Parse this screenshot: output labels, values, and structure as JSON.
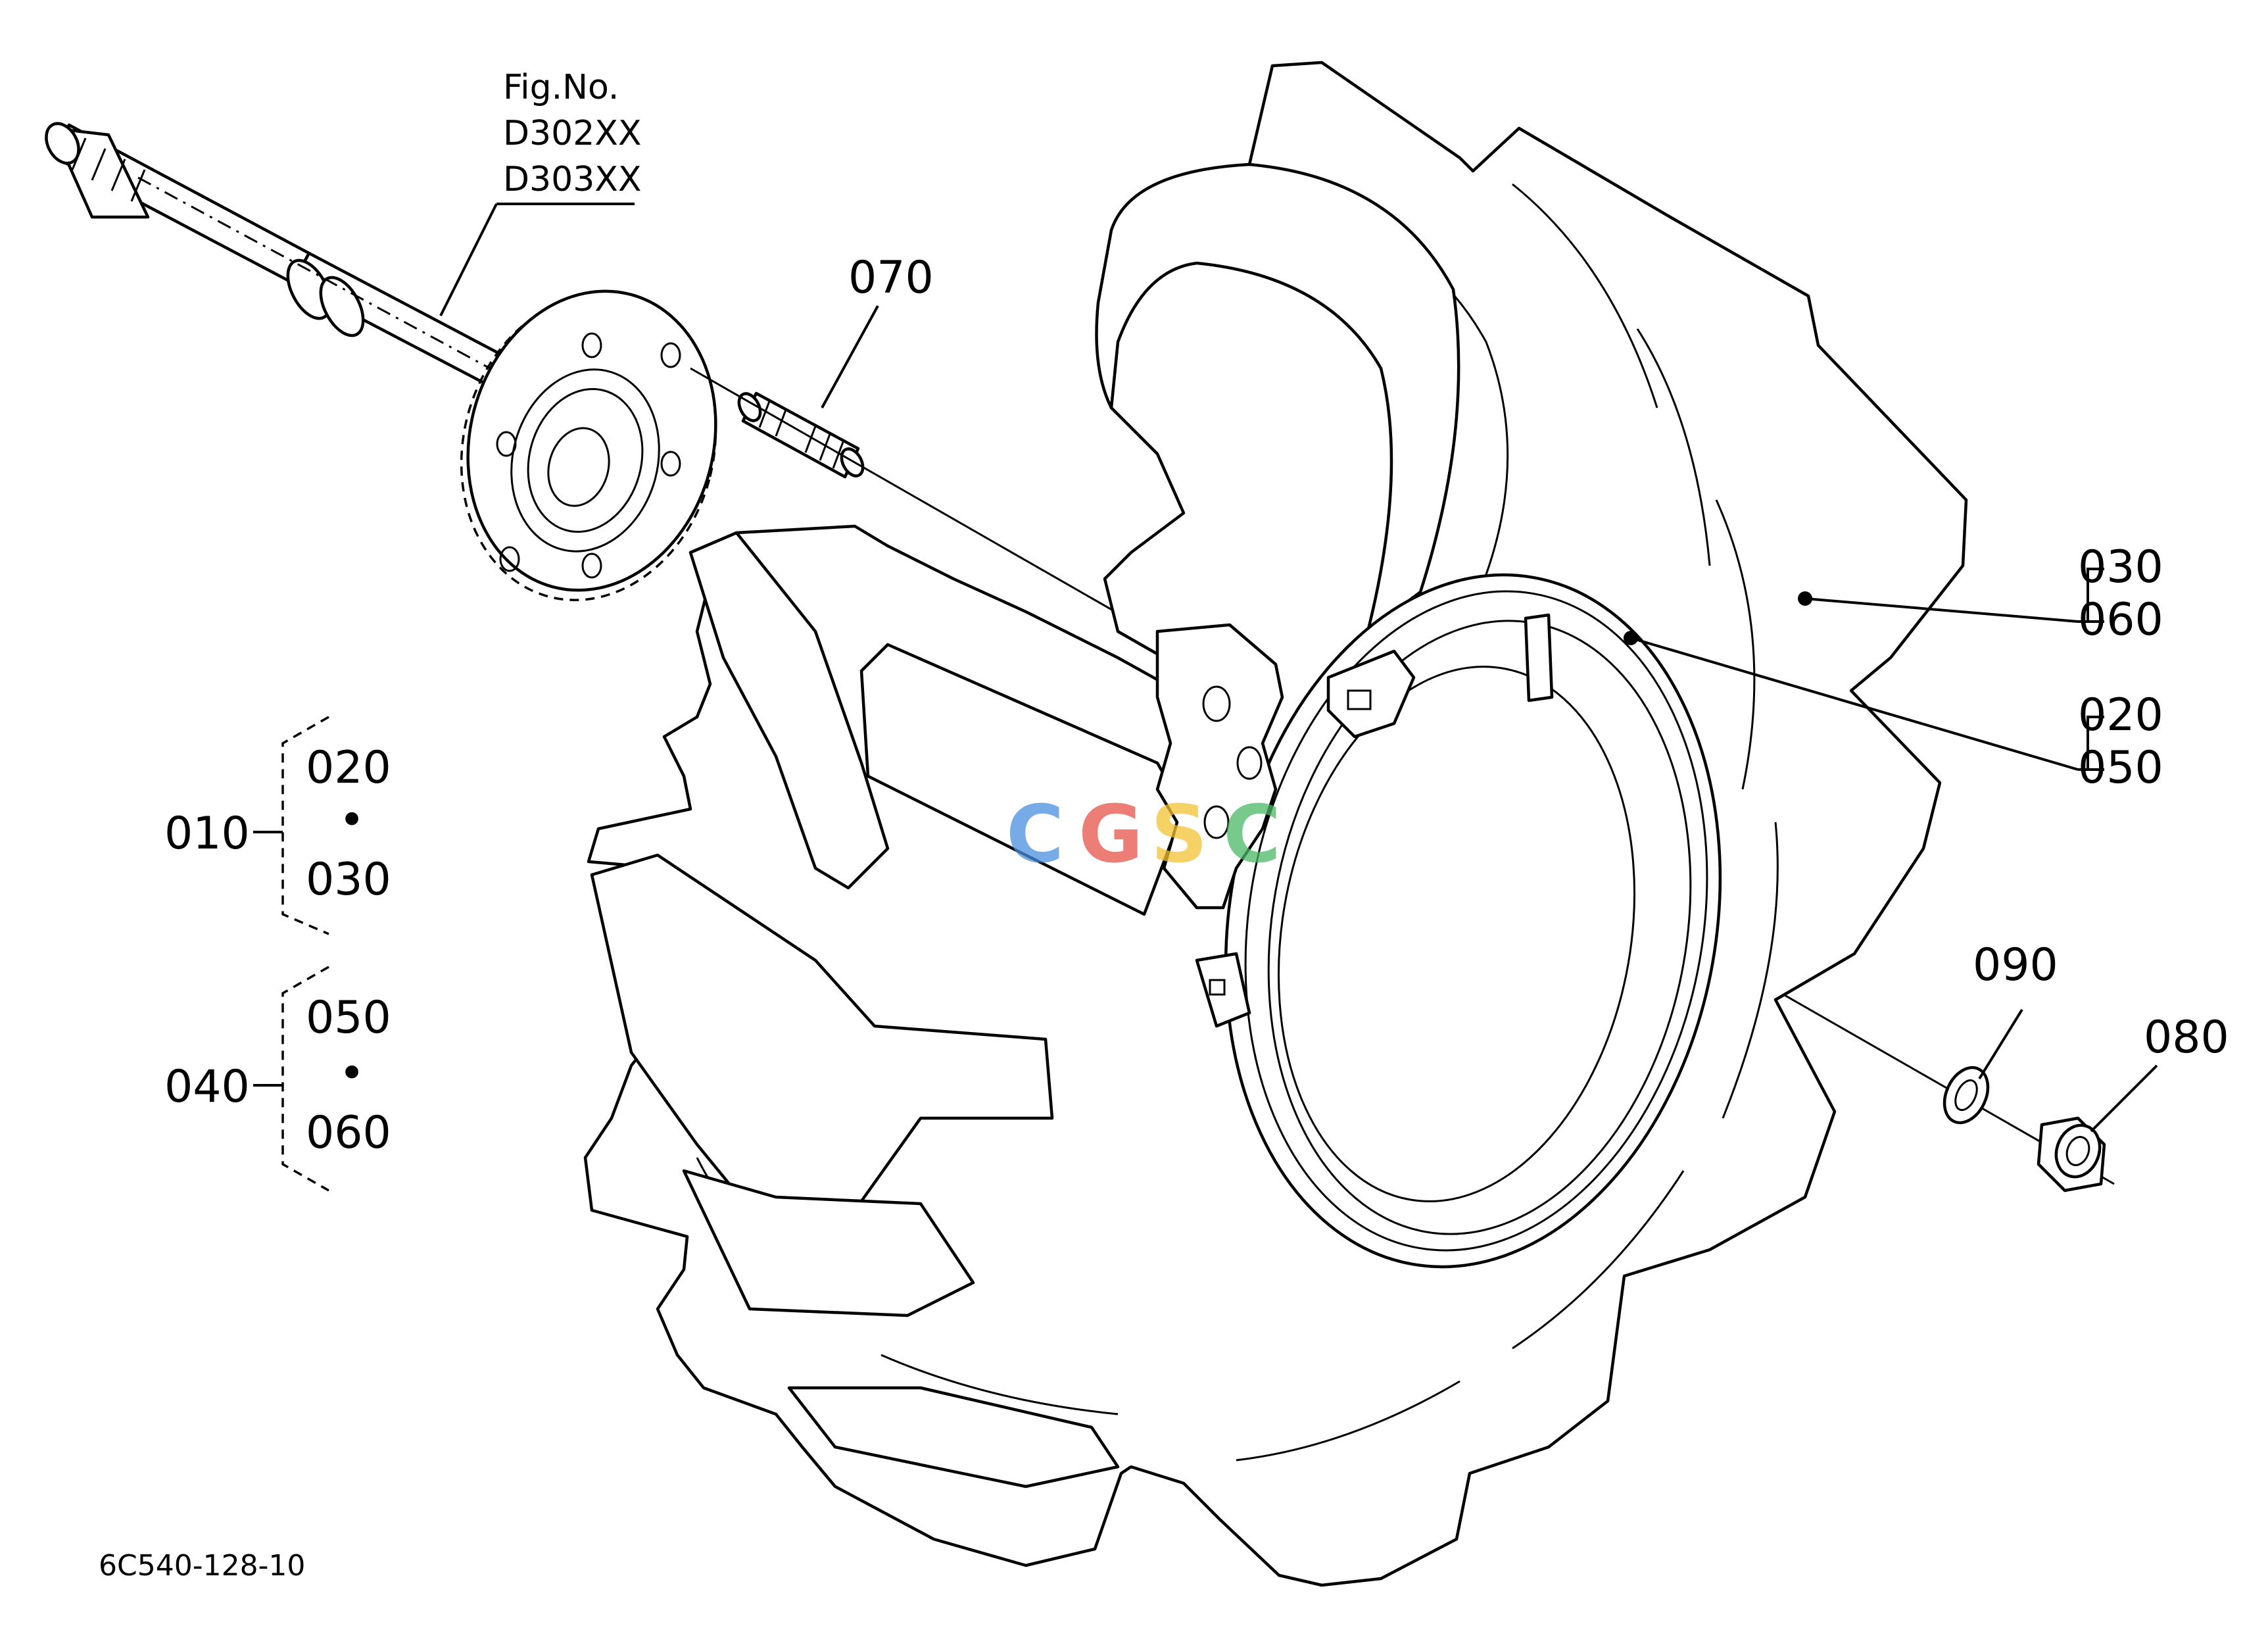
{
  "figure": {
    "fig_no_label": "Fig.No.",
    "fig_numbers": [
      "D302XX",
      "D303XX"
    ],
    "drawing_code": "6C540-128-10"
  },
  "callouts": {
    "stud": "070",
    "tire_030": "030",
    "tire_060": "060",
    "rim_020": "020",
    "rim_050": "050",
    "washer": "090",
    "nut": "080"
  },
  "assemblies": [
    {
      "id": "010",
      "members": [
        "020",
        "030"
      ],
      "separator": "•"
    },
    {
      "id": "040",
      "members": [
        "050",
        "060"
      ],
      "separator": "•"
    }
  ],
  "watermark": {
    "text": "CGSC",
    "colors": [
      "#4a8fe0",
      "#e8524a",
      "#f2c233",
      "#4cb866"
    ]
  }
}
